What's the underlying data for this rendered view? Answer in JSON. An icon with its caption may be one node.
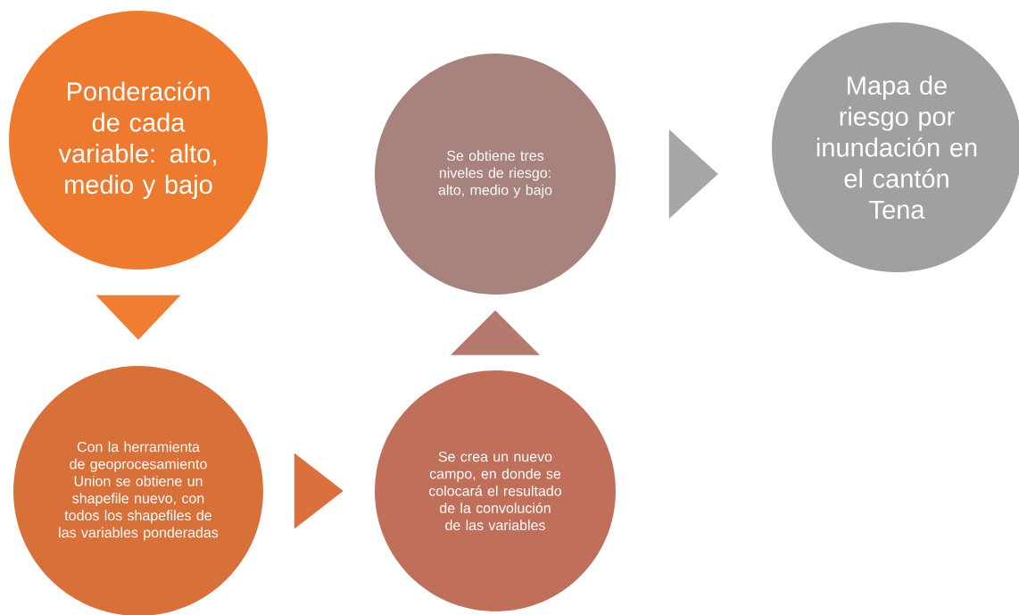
{
  "diagram": {
    "nodes": [
      {
        "text": [
          "Ponderación de cada variable: alto, medio y bajo"
        ]
      },
      {
        "text": [
          "Se obtiene tres niveles de riesgo: alto, medio y bajo"
        ]
      },
      {
        "text": [
          "Mapa de riesgo por inundación en el cantón Tena"
        ]
      },
      {
        "text": [
          "Con la herramienta de geoprocesamiento Union  se obtiene un shapefile nuevo, con todos los shapefiles de las variables ponderadas"
        ]
      },
      {
        "text": [
          "Se crea un nuevo campo, en donde se colocará el resultado de la convolución de las variables"
        ]
      }
    ],
    "edges": [
      {
        "from": 0,
        "to": 3,
        "arrow": "to",
        "color": "#ef7d32"
      },
      {
        "from": 3,
        "to": 4,
        "arrow": "to",
        "color": "#d9703e"
      },
      {
        "from": 4,
        "to": 1,
        "arrow": "to",
        "color": "#b47a70"
      },
      {
        "from": 1,
        "to": 2,
        "arrow": "to",
        "color": "#a6a6a6"
      }
    ]
  }
}
